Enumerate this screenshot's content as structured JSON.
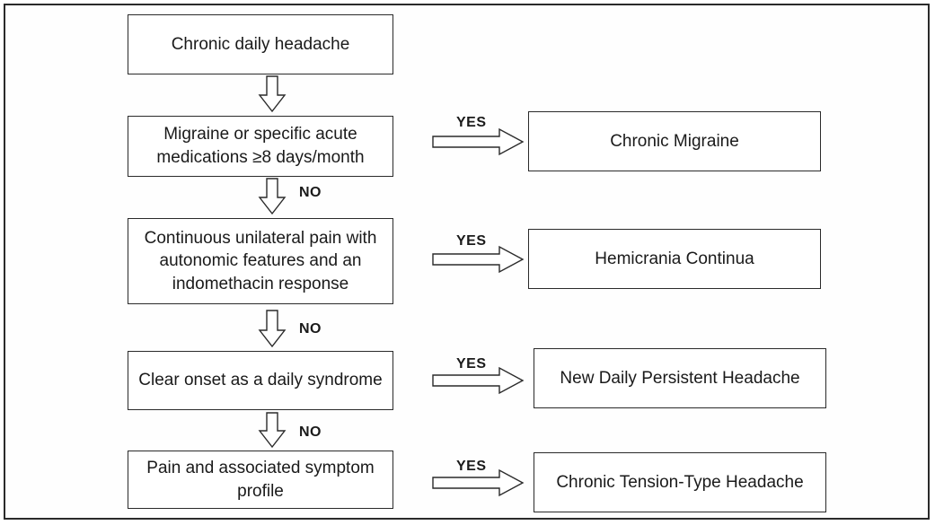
{
  "left_boxes": [
    "Chronic daily headache",
    "Migraine or specific acute medications ≥8 days/month",
    "Continuous unilateral pain with autonomic features and an indomethacin response",
    "Clear onset as a daily syndrome",
    "Pain and associated symptom profile"
  ],
  "right_boxes": [
    "Chronic Migraine",
    "Hemicrania Continua",
    "New Daily Persistent Headache",
    "Chronic Tension-Type Headache"
  ],
  "yes_label": "YES",
  "no_label": "NO"
}
